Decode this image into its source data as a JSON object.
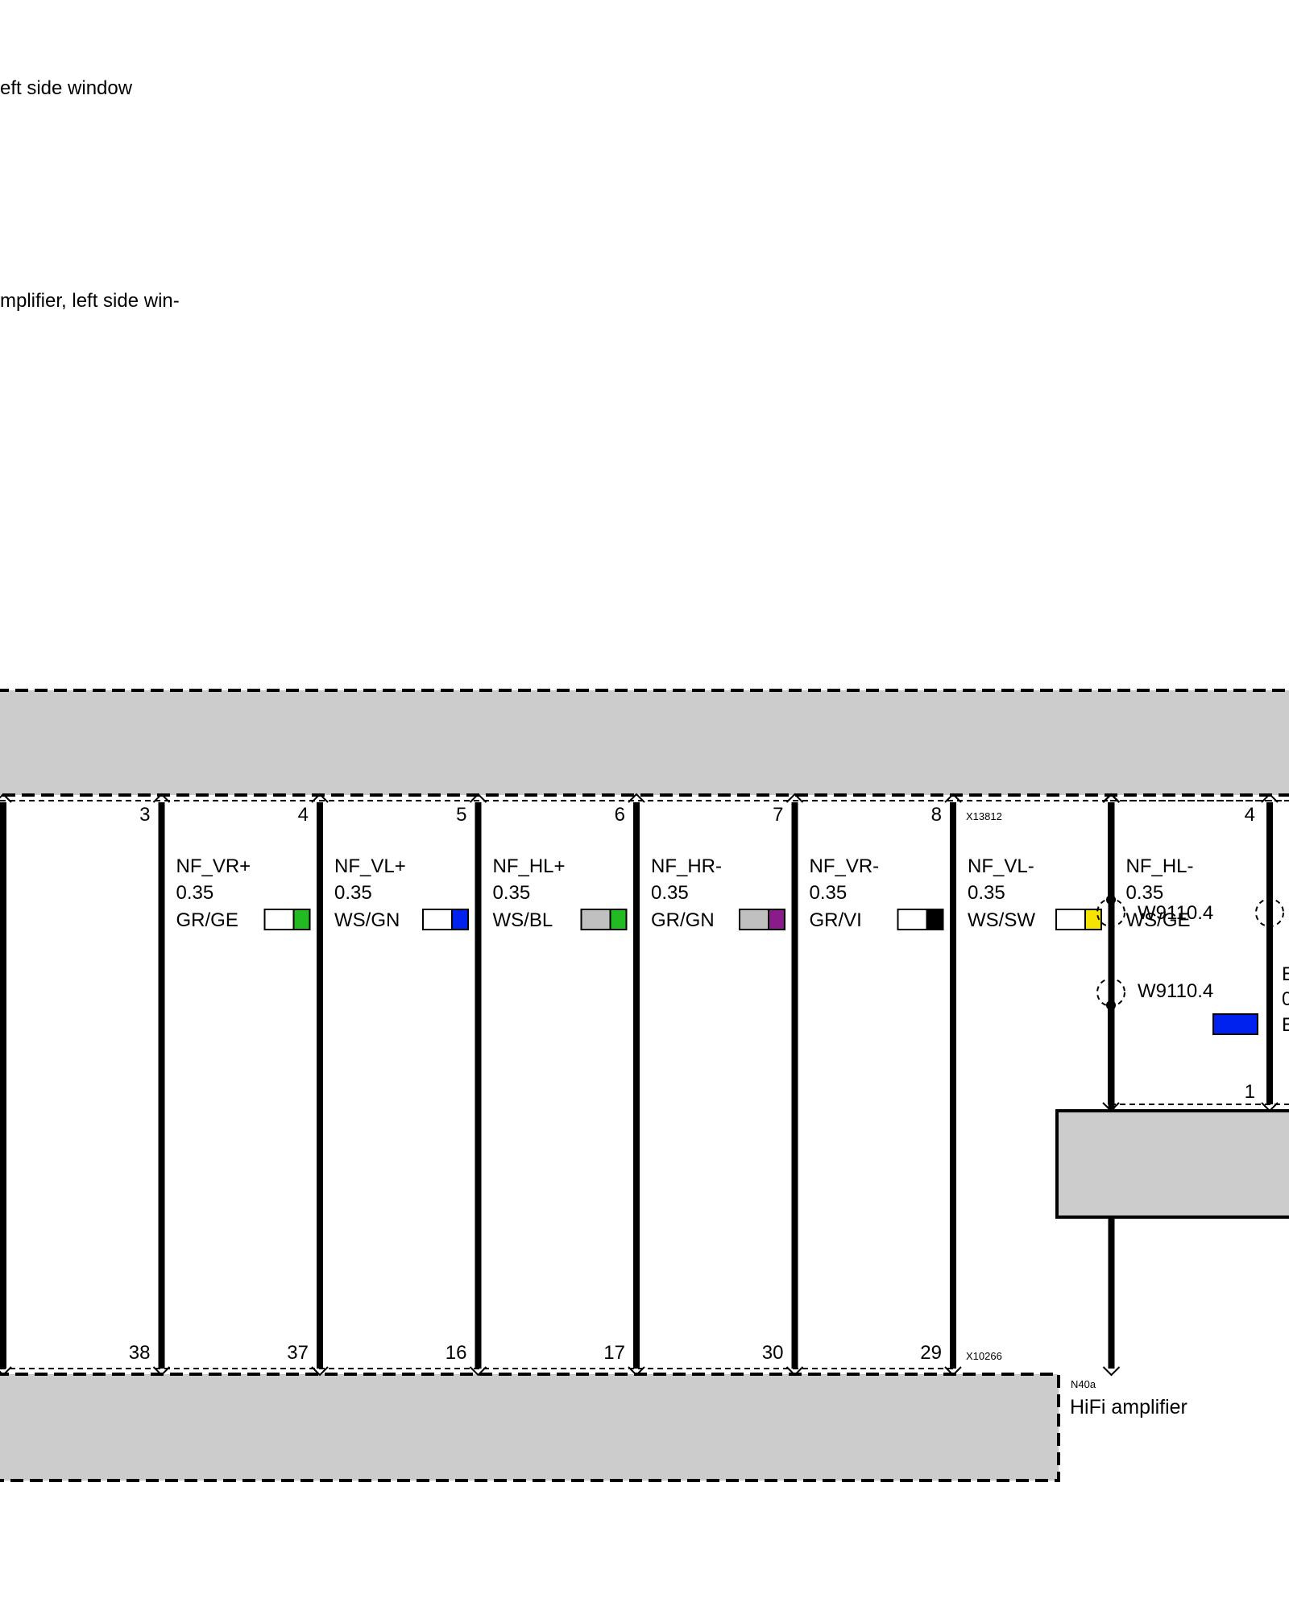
{
  "notes": {
    "line1": "eft side window",
    "line2": "mplifier, left side win-"
  },
  "connectors": {
    "top_id": "X13812",
    "bottom_id": "X10266"
  },
  "component": {
    "code": "N40a",
    "name": "HiFi amplifier"
  },
  "wires": [
    {
      "top_pin": "",
      "bottom_pin": "",
      "signal": "",
      "gauge": "",
      "color_code": "",
      "colors": []
    },
    {
      "top_pin": "3",
      "bottom_pin": "38",
      "signal": "NF_VR+",
      "gauge": "0.35",
      "color_code": "GR/GE",
      "colors": []
    },
    {
      "top_pin": "4",
      "bottom_pin": "37",
      "signal": "NF_VL+",
      "gauge": "0.35",
      "color_code": "WS/GN",
      "colors": [
        "#ffffff",
        "#22bb22"
      ]
    },
    {
      "top_pin": "5",
      "bottom_pin": "16",
      "signal": "NF_HL+",
      "gauge": "0.35",
      "color_code": "WS/BL",
      "colors": [
        "#ffffff",
        "#0022ee"
      ]
    },
    {
      "top_pin": "6",
      "bottom_pin": "17",
      "signal": "NF_HR-",
      "gauge": "0.35",
      "color_code": "GR/GN",
      "colors": [
        "#c0c0c0",
        "#22bb22"
      ]
    },
    {
      "top_pin": "7",
      "bottom_pin": "30",
      "signal": "NF_VR-",
      "gauge": "0.35",
      "color_code": "GR/VI",
      "colors": [
        "#c0c0c0",
        "#8b1a8b"
      ]
    },
    {
      "top_pin": "8",
      "bottom_pin": "29",
      "signal": "NF_VL-",
      "gauge": "0.35",
      "color_code": "WS/SW",
      "colors": [
        "#ffffff",
        "#000000"
      ]
    },
    {
      "top_pin": "",
      "bottom_pin": "",
      "signal": "NF_HL-",
      "gauge": "0.35",
      "color_code": "WS/GE",
      "colors": [
        "#ffffff",
        "#f5e400"
      ]
    }
  ],
  "shield": {
    "label_upper": "W9110.4",
    "label_lower": "W9110.4",
    "pin_top": "4",
    "pin_bottom": "1",
    "color_box": "#0022ee",
    "partial_letters": [
      "E",
      "0",
      "E"
    ]
  },
  "colors": {
    "module_fill": "#cccccc",
    "wire": "#000000"
  }
}
